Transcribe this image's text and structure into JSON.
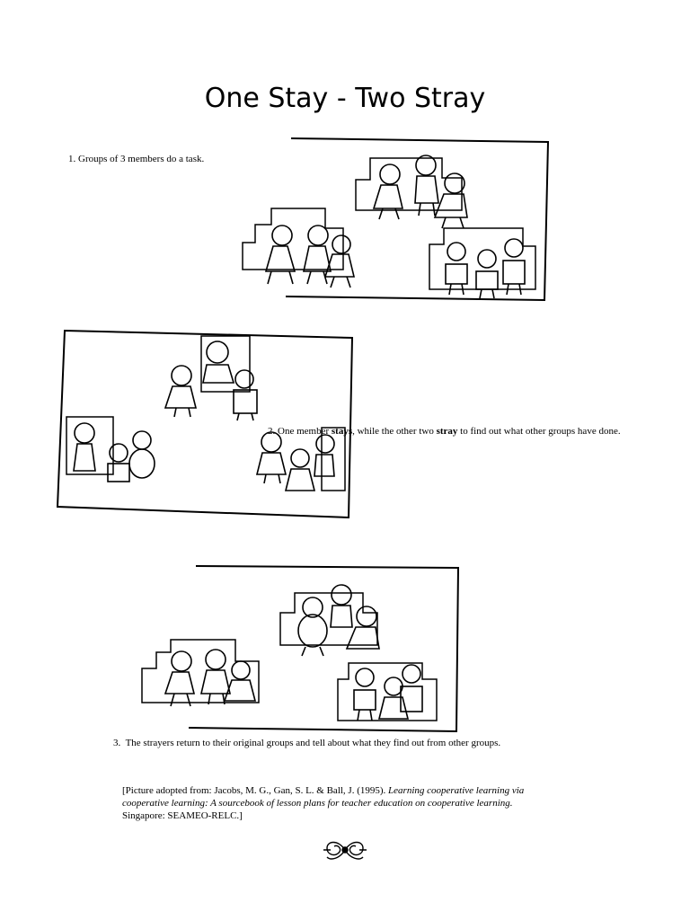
{
  "title": "One Stay - Two Stray",
  "steps": [
    {
      "num": "1.",
      "text": "Groups of 3 members do a task."
    },
    {
      "num": "2.",
      "pre": "One member ",
      "bold1": "stays",
      "mid": ", while the other two ",
      "bold2": "stray",
      "post": " to find out what other groups have done."
    },
    {
      "num": "3.",
      "text": "The strayers return to their original groups and tell about what they find out from other groups."
    }
  ],
  "citation": {
    "open": "[Picture adopted from: Jacobs, M. G., Gan, S. L. & Ball, J. (1995). ",
    "book": "Learning cooperative learning via cooperative learning: A sourcebook of lesson plans for teacher education on cooperative learning.",
    "close": " Singapore: SEAMEO-RELC.]"
  }
}
